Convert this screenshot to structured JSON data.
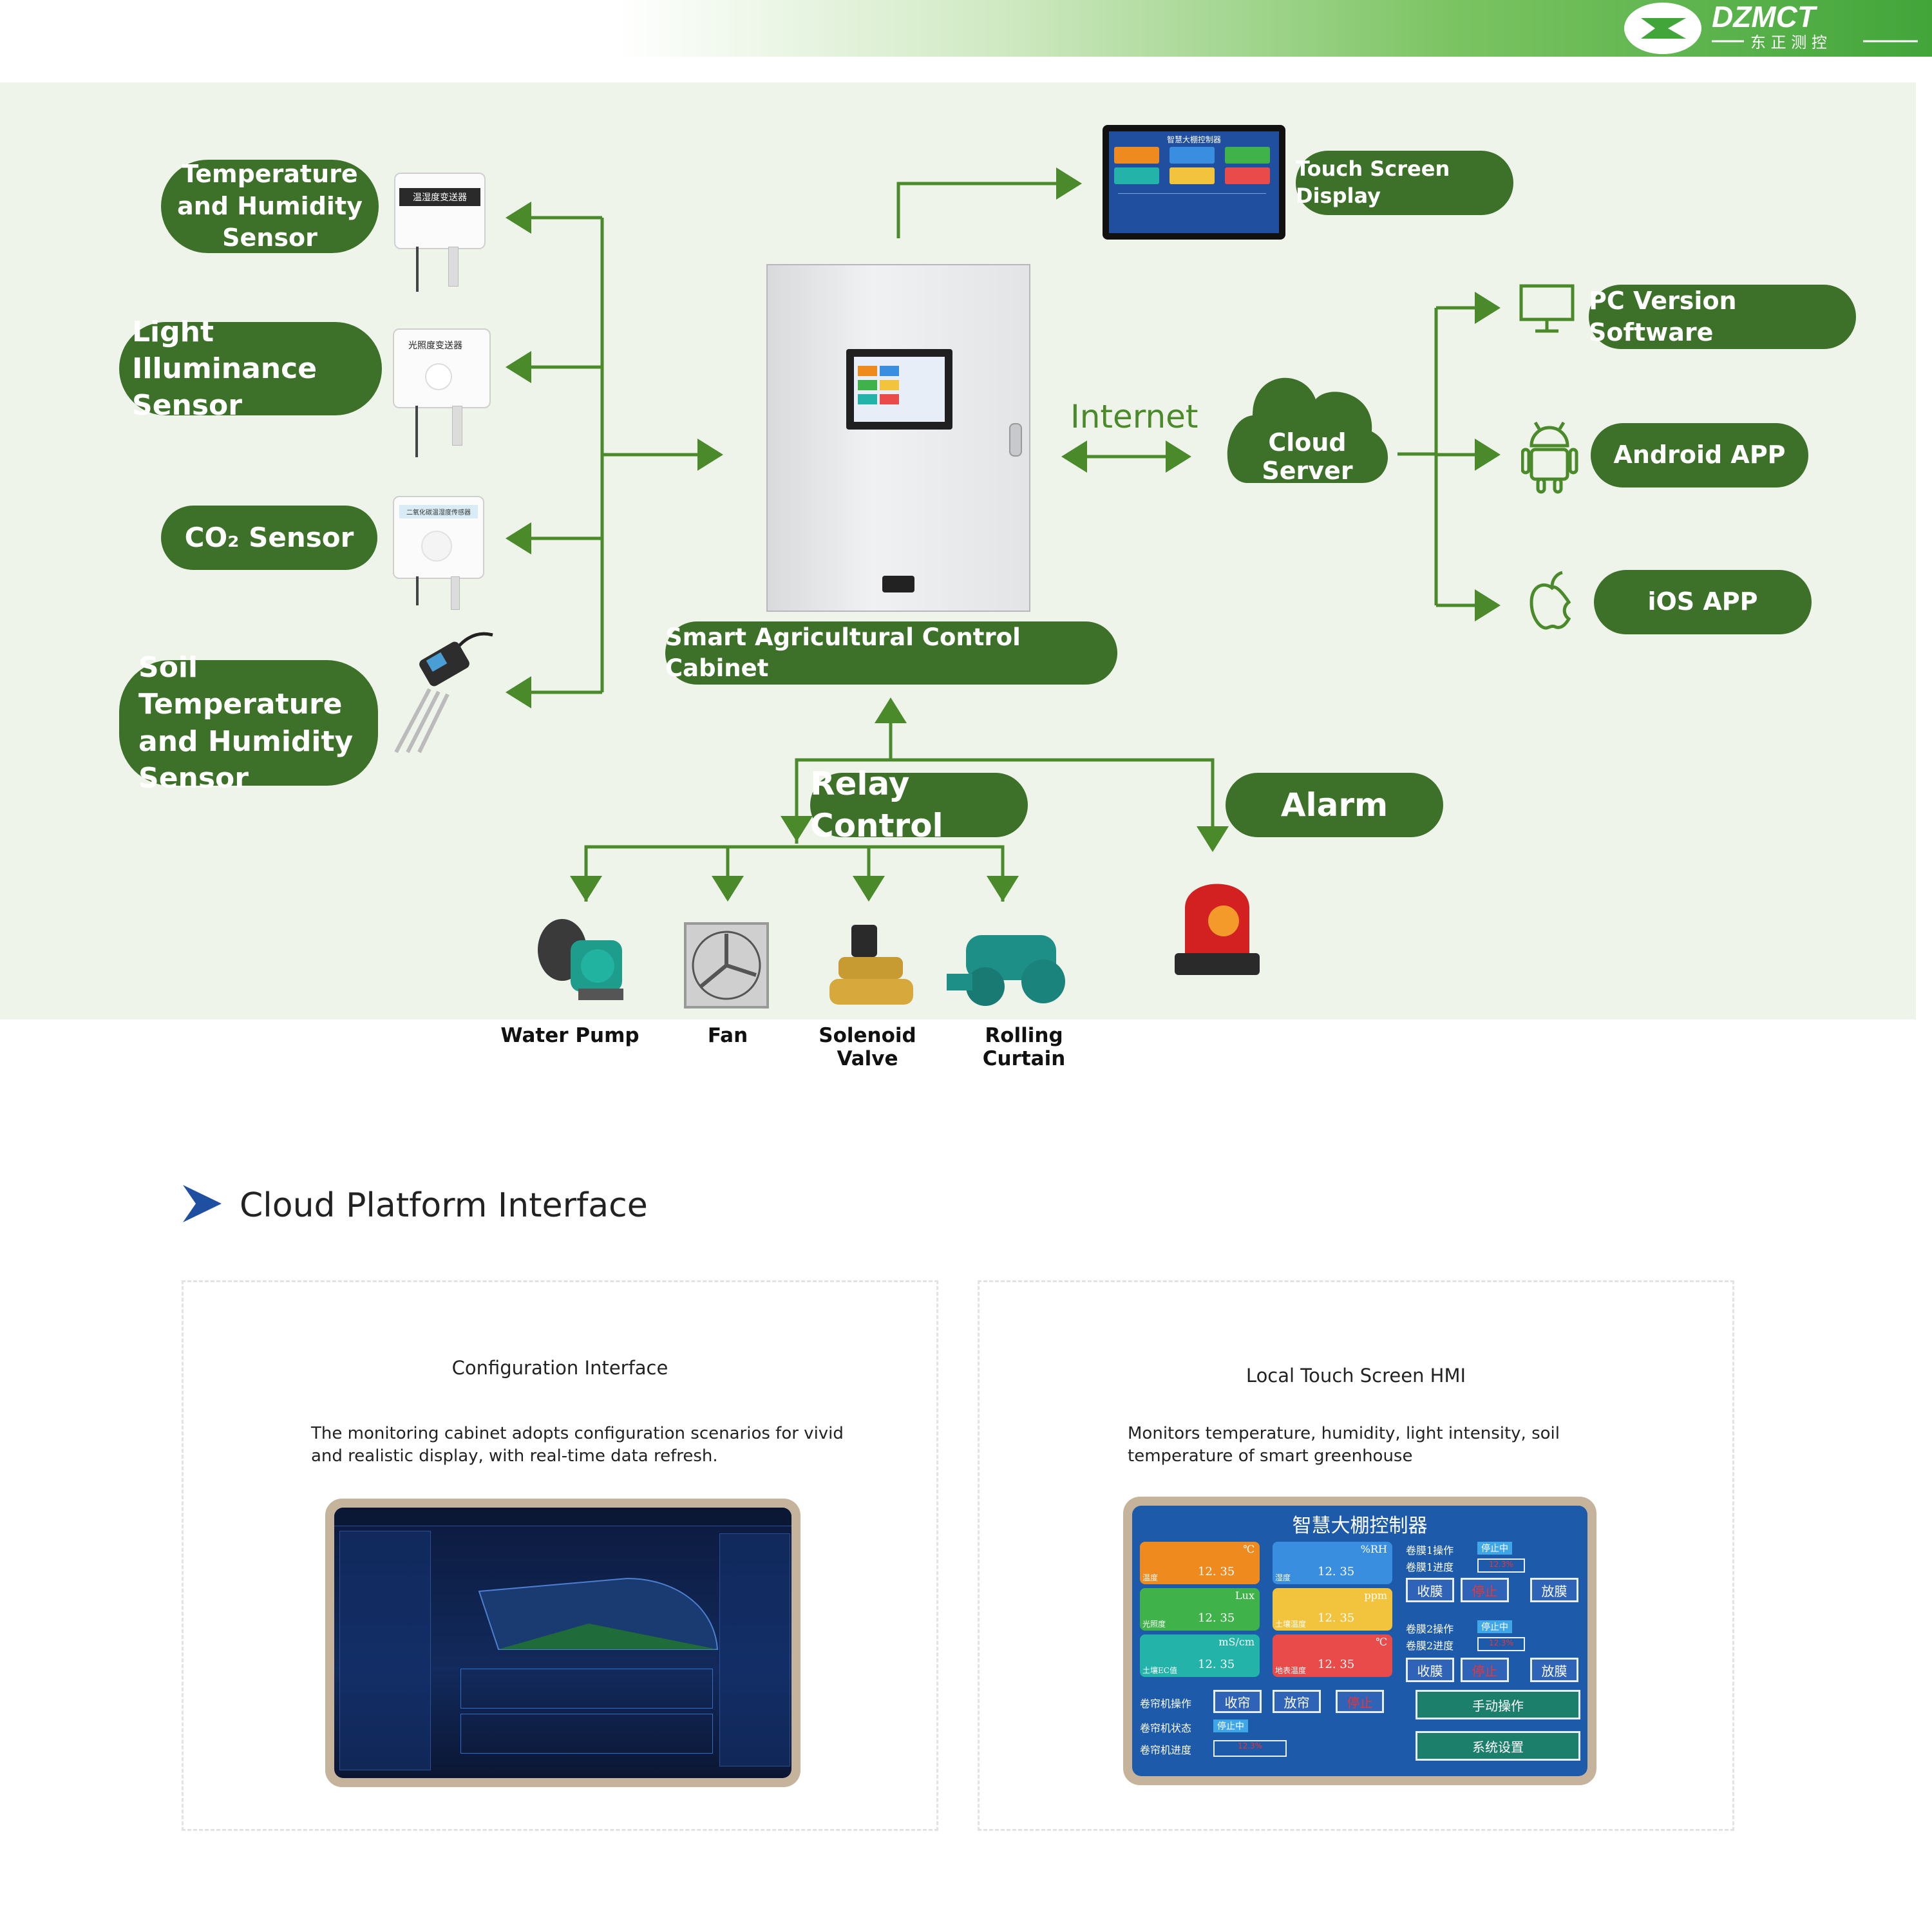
{
  "brand": {
    "logo_text": "DZMCT",
    "logo_subtext": "东 正 测 控"
  },
  "colors": {
    "pill_green": "#3d7129",
    "arrow_green": "#4a8a2a",
    "section_accent": "#1f4fa0"
  },
  "sensors": [
    {
      "id": "temp-humidity",
      "label": "Temperature and Humidity Sensor",
      "device_caption": "温湿度变送器"
    },
    {
      "id": "light",
      "label": "Light Illuminance Sensor",
      "device_caption": "光照度变送器"
    },
    {
      "id": "co2",
      "label": "CO₂ Sensor",
      "device_caption": "二氧化碳温湿度传感器"
    },
    {
      "id": "soil",
      "label": "Soil Temperature and Humidity Sensor"
    }
  ],
  "cabinet": {
    "label": "Smart Agricultural Control Cabinet"
  },
  "touch_screen": {
    "label": "Touch Screen Display",
    "screen_title": "智慧大棚控制器"
  },
  "internet_label": "Internet",
  "cloud": {
    "label": "Cloud Server"
  },
  "clients": [
    {
      "label": "PC Version Software",
      "icon": "monitor-icon"
    },
    {
      "label": "Android APP",
      "icon": "android-icon"
    },
    {
      "label": "iOS APP",
      "icon": "apple-icon"
    }
  ],
  "relay": {
    "label": "Relay Control"
  },
  "alarm": {
    "label": "Alarm"
  },
  "actuators": [
    "Water Pump",
    "Fan",
    "Solenoid Valve",
    "Rolling Curtain"
  ],
  "section": {
    "title": "Cloud Platform Interface"
  },
  "cards": [
    {
      "title": "Configuration Interface",
      "description": "The monitoring cabinet adopts configuration scenarios for vivid and realistic display, with real-time data refresh."
    },
    {
      "title": "Local Touch Screen HMI",
      "description": "Monitors temperature, humidity, light intensity, soil temperature of smart greenhouse"
    }
  ],
  "hmi": {
    "title": "智慧大棚控制器",
    "readings": [
      {
        "name": "温度",
        "unit": "℃",
        "value": "12. 35",
        "color": "#ef8a1f"
      },
      {
        "name": "湿度",
        "unit": "%RH",
        "value": "12. 35",
        "color": "#3a8ee0"
      },
      {
        "name": "光照度",
        "unit": "Lux",
        "value": "12. 35",
        "color": "#3fb24a"
      },
      {
        "name": "土壤温度",
        "unit": "ppm",
        "value": "12. 35",
        "color": "#f2c33c"
      },
      {
        "name": "土壤EC值",
        "unit": "mS/cm",
        "value": "12. 35",
        "color": "#23b3a9"
      },
      {
        "name": "地表温度",
        "unit": "℃",
        "value": "12. 35",
        "color": "#e94b4b"
      }
    ],
    "film1_op": "卷膜1操作",
    "film1_prog": "卷膜1进度",
    "film2_op": "卷膜2操作",
    "film2_prog": "卷膜2进度",
    "status_stop": "停止中",
    "btn_close": "收膜",
    "btn_stop": "停止",
    "btn_open": "放膜",
    "curtain_op": "卷帘机操作",
    "curtain_status": "卷帘机状态",
    "curtain_prog": "卷帘机进度",
    "btn_curtain_close": "收帘",
    "btn_curtain_open": "放帘",
    "manual": "手动操作",
    "settings": "系统设置",
    "progress_value": "12.3%"
  }
}
